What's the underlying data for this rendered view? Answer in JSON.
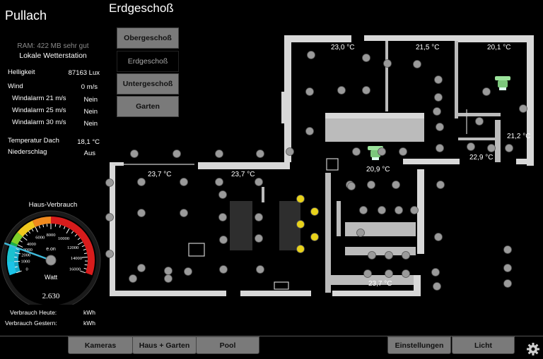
{
  "app": {
    "title": "Pullach",
    "floor_title": "Erdgeschoß"
  },
  "status": {
    "ram": "RAM: 422 MB sehr gut",
    "station": "Lokale Wetterstation"
  },
  "weather": [
    {
      "label": "Helligkeit",
      "value": "87163 Lux"
    },
    {
      "label": "Wind",
      "value": "0 m/s"
    },
    {
      "label": "Windalarm 21 m/s",
      "value": "Nein"
    },
    {
      "label": "Windalarm 25 m/s",
      "value": "Nein"
    },
    {
      "label": "Windalarm 30 m/s",
      "value": "Nein"
    },
    {
      "label": "Temperatur Dach",
      "value": "18,1 °C"
    },
    {
      "label": "Niederschlag",
      "value": "Aus"
    }
  ],
  "floors": [
    {
      "label": "Obergeschoß",
      "active": false
    },
    {
      "label": "Erdgeschoß",
      "active": true
    },
    {
      "label": "Untergeschoß",
      "active": false
    },
    {
      "label": "Garten",
      "active": false
    }
  ],
  "gauge": {
    "title": "Haus-Verbrauch",
    "brand": "e.on",
    "unit": "Watt",
    "value": 2630,
    "value_text": "2.630",
    "min": 0,
    "max": 16000,
    "tick_labels": [
      "0",
      "1000",
      "2000",
      "3000",
      "4000",
      "6000",
      "8000",
      "10000",
      "12000",
      "14000",
      "16000"
    ]
  },
  "usage": [
    {
      "label": "Verbrauch Heute:",
      "value": "kWh"
    },
    {
      "label": "Verbrauch Gestern:",
      "value": "kWh"
    }
  ],
  "temperatures": [
    "23,0 °C",
    "21,5 °C",
    "20,1 °C",
    "21,2 °C",
    "22,9 °C",
    "20,9 °C",
    "23,7 °C",
    "23,7 °C",
    "23,7 °C"
  ],
  "tabs": [
    "Kameras",
    "Haus + Garten",
    "Pool",
    "Einstellungen",
    "Licht"
  ],
  "icons": {
    "settings": "gear-icon",
    "lamp": "light-icon",
    "climate": "climate-sensor-icon"
  },
  "colors": {
    "lamp_off": "#9a9a9a",
    "lamp_on": "#e8d21a",
    "wall": "#d8d8d8",
    "sensor": "#9be39b"
  }
}
